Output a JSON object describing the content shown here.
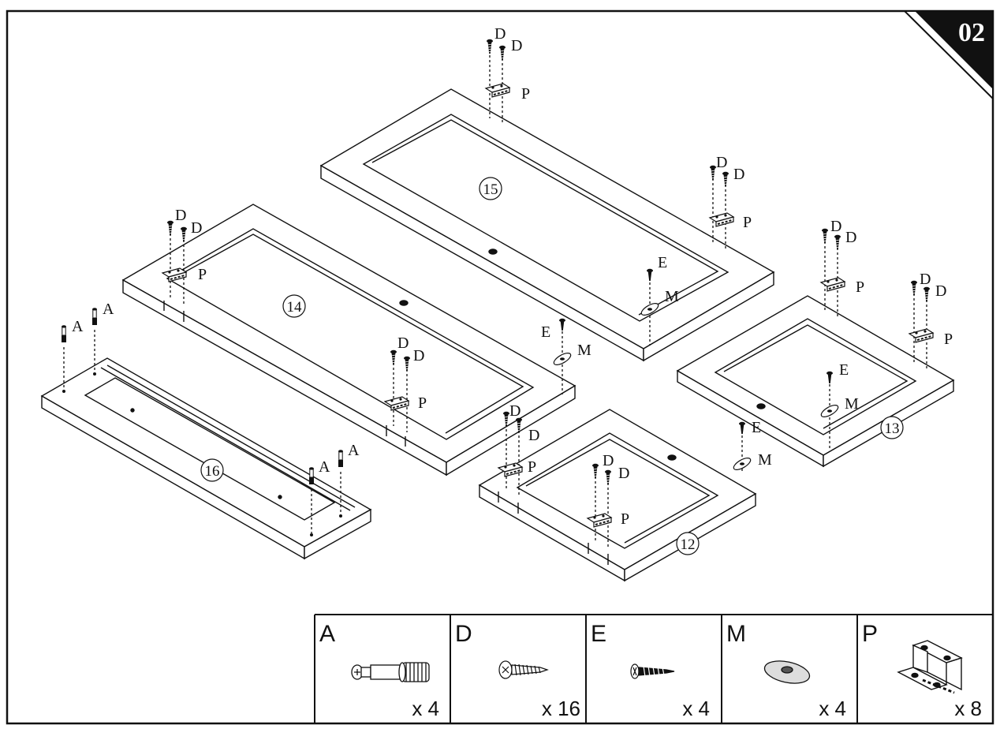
{
  "step_number": "02",
  "panels": [
    {
      "number": "15"
    },
    {
      "number": "14"
    },
    {
      "number": "16"
    },
    {
      "number": "13"
    },
    {
      "number": "12"
    }
  ],
  "part_labels": {
    "A": "A",
    "D": "D",
    "E": "E",
    "M": "M",
    "P": "P"
  },
  "parts_table": [
    {
      "letter": "A",
      "quantity": "x 4",
      "icon": "cam-bolt-icon"
    },
    {
      "letter": "D",
      "quantity": "x 16",
      "icon": "screw-icon"
    },
    {
      "letter": "E",
      "quantity": "x 4",
      "icon": "short-screw-icon"
    },
    {
      "letter": "M",
      "quantity": "x 4",
      "icon": "washer-plate-icon"
    },
    {
      "letter": "P",
      "quantity": "x 8",
      "icon": "hinge-icon"
    }
  ]
}
